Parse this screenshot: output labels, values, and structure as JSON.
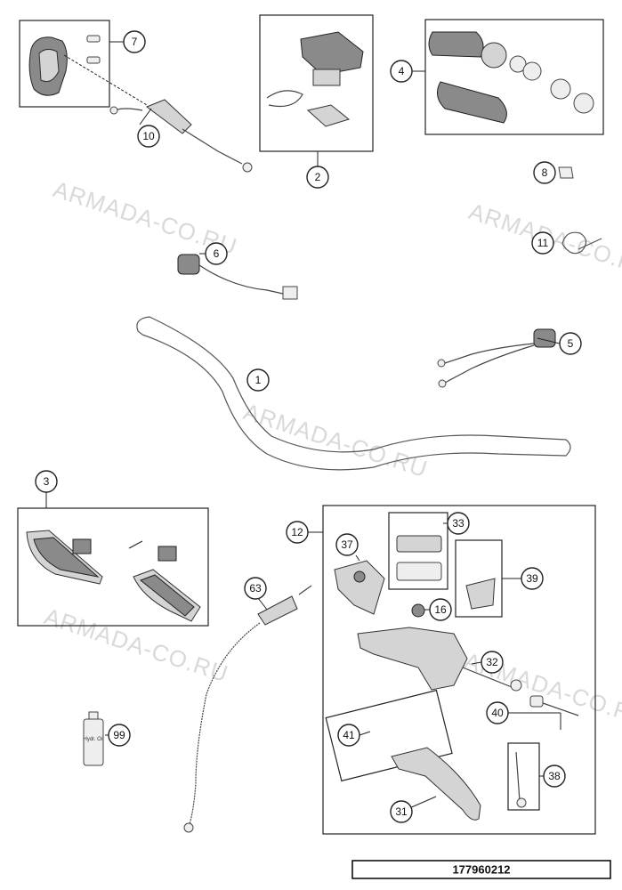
{
  "watermark": "ARMADA-CO.RU",
  "drawing_number": "177960212",
  "callouts": [
    "1",
    "2",
    "3",
    "4",
    "5",
    "6",
    "7",
    "8",
    "10",
    "11",
    "12",
    "16",
    "31",
    "32",
    "33",
    "37",
    "38",
    "39",
    "40",
    "41",
    "63",
    "99"
  ],
  "bottle_label": "Hydr. Oil",
  "colors": {
    "line": "#222222",
    "part_fill": "#d4d4d4",
    "part_dark": "#8a8a8a",
    "watermark": "#d9d9d9"
  }
}
